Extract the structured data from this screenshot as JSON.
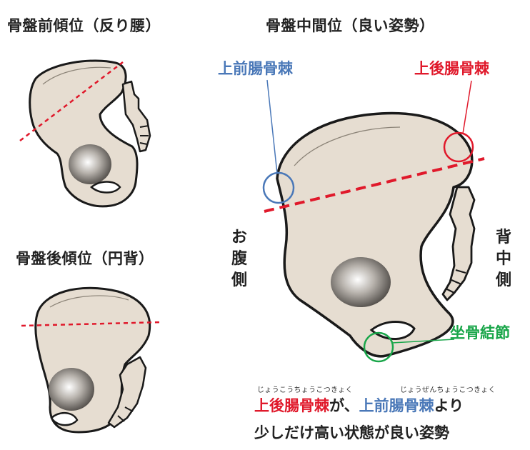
{
  "titles": {
    "anterior_tilt": "骨盤前傾位（反り腰）",
    "neutral": "骨盤中間位（良い姿勢）",
    "posterior_tilt": "骨盤後傾位（円背）"
  },
  "labels": {
    "asis": "上前腸骨棘",
    "psis": "上後腸骨棘",
    "ischial_tuberosity": "坐骨結節"
  },
  "side_labels": {
    "belly_side": [
      "お",
      "腹",
      "側"
    ],
    "back_side": [
      "背",
      "中",
      "側"
    ]
  },
  "caption": {
    "ruby_psis": "じょうこうちょうこつきょく",
    "ruby_asis": "じょうぜんちょうこつきょく",
    "line1_psis": "上後腸骨棘",
    "line1_mid": "が、",
    "line1_asis": "上前腸骨棘",
    "line1_end": "より",
    "line2": "少しだけ高い状態が良い姿勢"
  },
  "colors": {
    "asis": "#4a78b8",
    "psis": "#e0192b",
    "ischial": "#1aa64a",
    "bone": "#e6ddd1",
    "outline": "#1a1a1a",
    "dashed_line": "#e0192b"
  }
}
